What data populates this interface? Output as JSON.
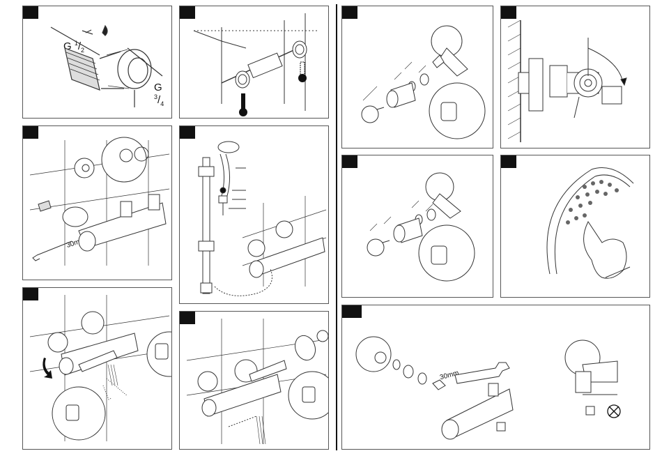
{
  "labels": {
    "thread_in_main": "G",
    "thread_in_num": "1",
    "thread_in_den": "2",
    "thread_out_main": "G",
    "thread_out_num": "3",
    "thread_out_den": "4",
    "wrench_size_a": "30mm",
    "wrench_size_b": "30mm"
  },
  "colors": {
    "stroke": "#333333",
    "panel_border": "#555555",
    "badge": "#111111"
  },
  "icons": [
    "thermometer-hot-icon",
    "thermometer-cold-icon",
    "hand-icon",
    "no-symbol-icon",
    "wrench-icon",
    "rotate-arrow-icon"
  ]
}
